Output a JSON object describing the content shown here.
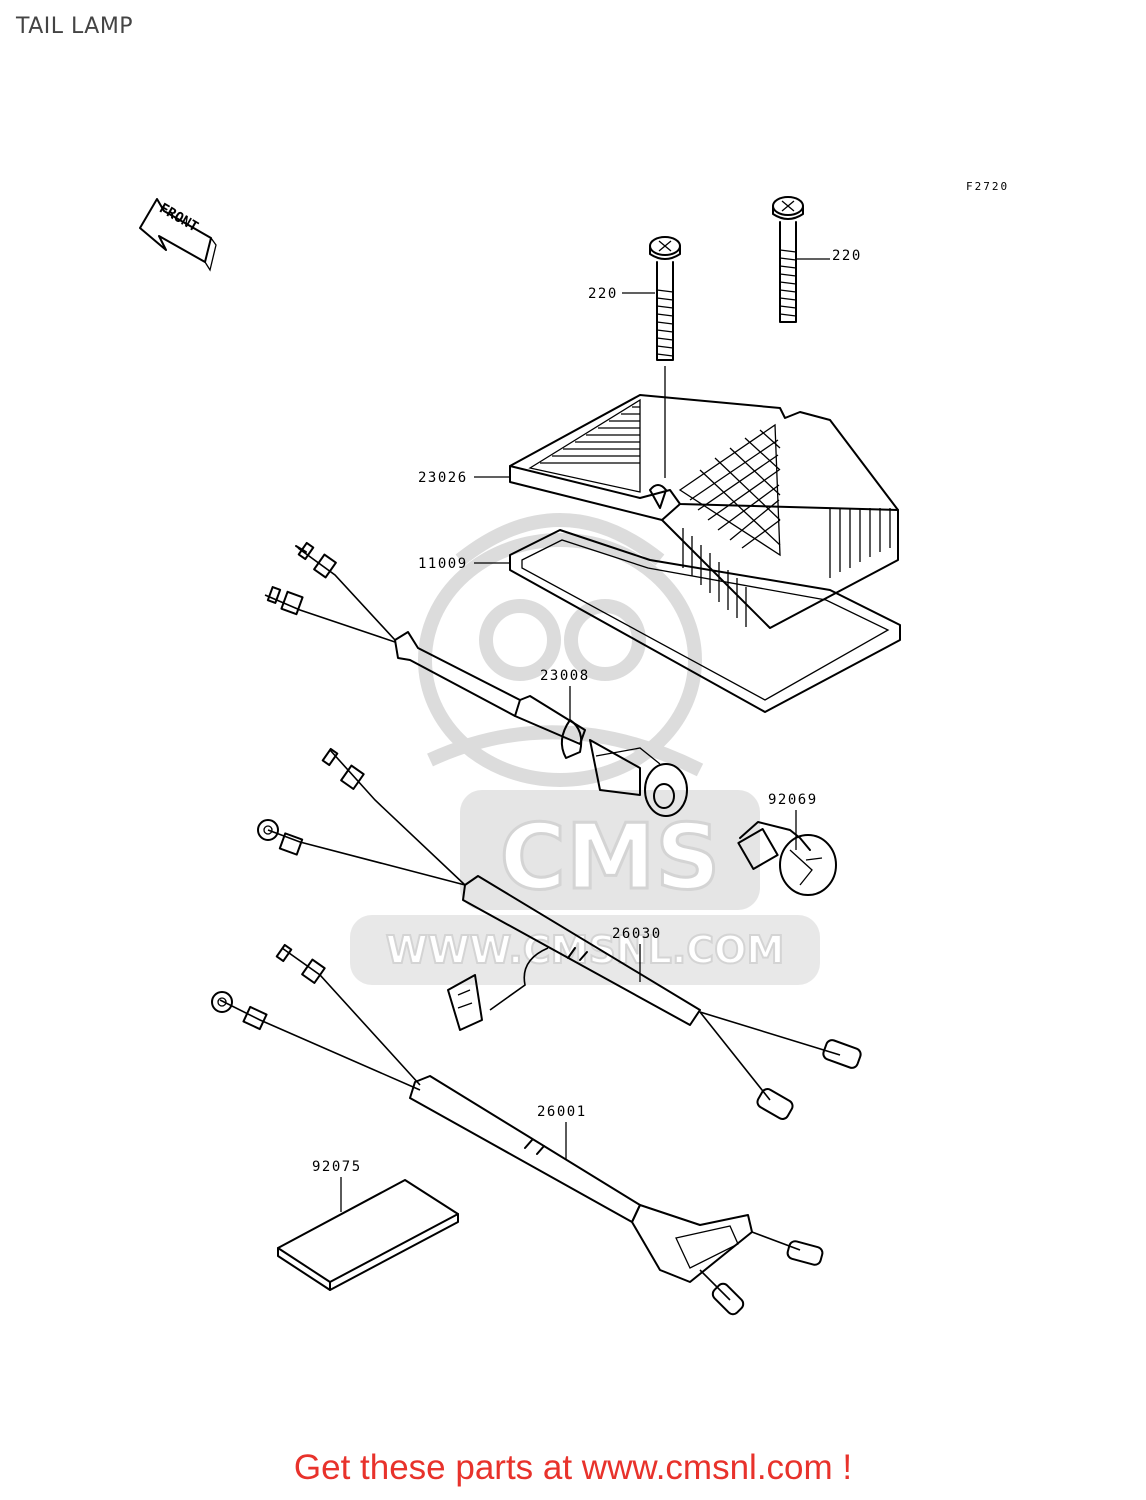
{
  "page": {
    "title": "TAIL LAMP"
  },
  "diagram": {
    "figure_ref": "F2720",
    "front_indicator": "FRONT",
    "parts": [
      {
        "number": "220",
        "description": ""
      },
      {
        "number": "220",
        "description": ""
      },
      {
        "number": "23026",
        "description": ""
      },
      {
        "number": "11009",
        "description": ""
      },
      {
        "number": "23008",
        "description": ""
      },
      {
        "number": "92069",
        "description": ""
      },
      {
        "number": "26030",
        "description": ""
      },
      {
        "number": "26001",
        "description": ""
      },
      {
        "number": "92075",
        "description": ""
      }
    ],
    "watermark": {
      "brand": "CMS",
      "url": "WWW.CMSNL.COM"
    }
  },
  "footer": {
    "text": "Get these parts at www.cmsnl.com !"
  },
  "colors": {
    "footer": "#e8322b",
    "watermark": "#d9d9d9",
    "line": "#000000"
  }
}
